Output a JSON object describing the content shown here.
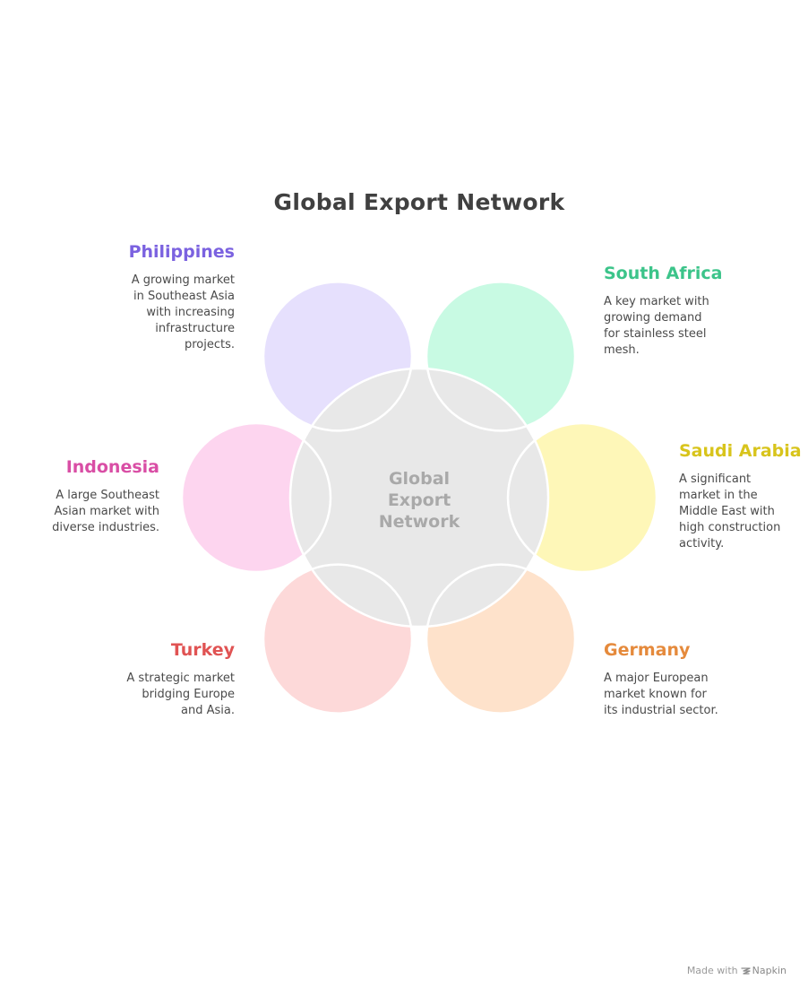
{
  "title": "Global Export Network",
  "center": {
    "lines": [
      "Global",
      "Export",
      "Network"
    ],
    "fill": "#e8e8e8"
  },
  "markets": [
    {
      "name": "Philippines",
      "color": "#7b62e0",
      "circle_fill": "#e6e0fd",
      "description": [
        "A growing market",
        "in Southeast Asia",
        "with increasing",
        "infrastructure",
        "projects."
      ]
    },
    {
      "name": "South Africa",
      "color": "#3cc48a",
      "circle_fill": "#c8fae3",
      "description": [
        "A key market with",
        "growing demand",
        "for stainless steel",
        "mesh."
      ]
    },
    {
      "name": "Indonesia",
      "color": "#d94ea5",
      "circle_fill": "#fdd5ef",
      "description": [
        "A large Southeast",
        "Asian market with",
        "diverse industries."
      ]
    },
    {
      "name": "Saudi Arabia",
      "color": "#d8c41c",
      "circle_fill": "#fef7b8",
      "description": [
        "A significant",
        "market in the",
        "Middle East with",
        "high construction",
        "activity."
      ]
    },
    {
      "name": "Turkey",
      "color": "#e05353",
      "circle_fill": "#fdd9d9",
      "description": [
        "A strategic market",
        "bridging Europe",
        "and Asia."
      ]
    },
    {
      "name": "Germany",
      "color": "#e58a3c",
      "circle_fill": "#fee2cb",
      "description": [
        "A major European",
        "market known for",
        "its industrial sector."
      ]
    }
  ],
  "footer": {
    "prefix": "Made with",
    "brand": "Napkin"
  }
}
